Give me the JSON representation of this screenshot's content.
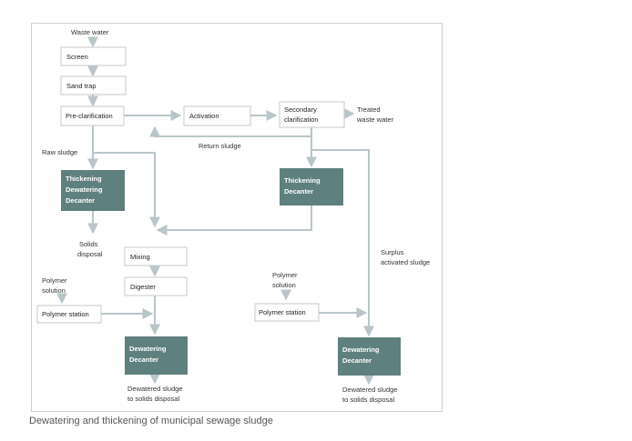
{
  "diagram": {
    "colors": {
      "line": "#b8c6c9",
      "box_border": "#c9c9c9",
      "dark_fill": "#5e807e",
      "text": "#333333"
    },
    "labels": {
      "waste_water": "Waste water",
      "raw_sludge": "Raw sludge",
      "return_sludge": "Return sludge",
      "treated_1": "Treated",
      "treated_2": "waste water",
      "solids_1": "Solids",
      "solids_2": "disposal",
      "surplus_1": "Surplus",
      "surplus_2": "activated sludge",
      "polymer_left_1": "Polymer",
      "polymer_left_2": "solution",
      "polymer_right_1": "Polymer",
      "polymer_right_2": "solution",
      "dewatered_left_1": "Dewatered sludge",
      "dewatered_left_2": "to solids disposal",
      "dewatered_right_1": "Dewatered sludge",
      "dewatered_right_2": "to solids disposal"
    },
    "boxes": {
      "screen": "Screen",
      "sand_trap": "Sand trap",
      "pre_clarification": "Pre-clarification",
      "activation": "Activation",
      "secondary_1": "Secondary",
      "secondary_2": "clarification",
      "mixing": "Mixing",
      "digester": "Digester",
      "polymer_station_left": "Polymer station",
      "polymer_station_right": "Polymer station"
    },
    "dark_boxes": {
      "thick_dewater_1": "Thickening",
      "thick_dewater_2": "Dewatering",
      "thick_dewater_3": "Decanter",
      "thick_1": "Thickening",
      "thick_2": "Decanter",
      "dewater_left_1": "Dewatering",
      "dewater_left_2": "Decanter",
      "dewater_right_1": "Dewatering",
      "dewater_right_2": "Decanter"
    }
  },
  "caption": "Dewatering and thickening of municipal sewage sludge"
}
